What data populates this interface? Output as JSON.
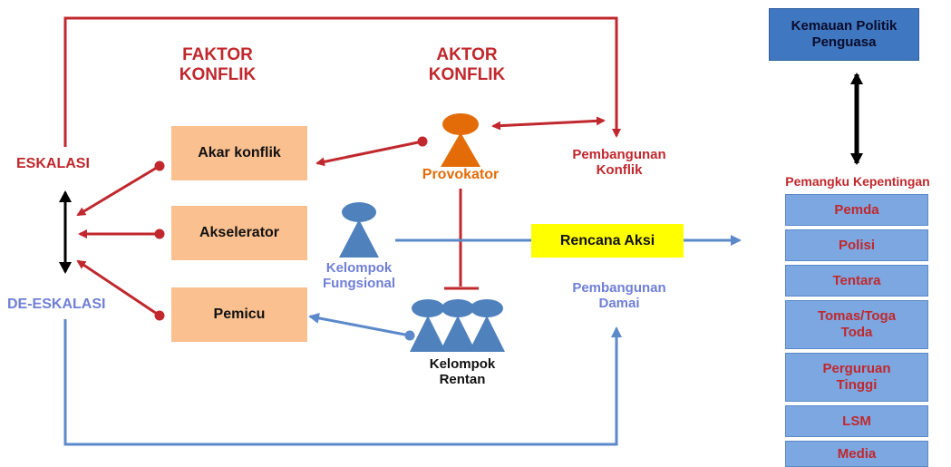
{
  "headers": {
    "faktor": [
      "FAKTOR",
      "KONFLIK"
    ],
    "aktor": [
      "AKTOR",
      "KONFLIK"
    ]
  },
  "sides": {
    "eskalasi": "ESKALASI",
    "de_eskalasi": "DE-ESKALASI"
  },
  "factors": [
    "Akar konflik",
    "Akselerator",
    "Pemicu"
  ],
  "actors": {
    "provokator": "Provokator",
    "fungsional": [
      "Kelompok",
      "Fungsional"
    ],
    "rentan": [
      "Kelompok",
      "Rentan"
    ]
  },
  "outcomes": {
    "konflik": [
      "Pembangunan",
      "Konflik"
    ],
    "damai": [
      "Pembangunan",
      "Damai"
    ]
  },
  "plan": "Rencana Aksi",
  "political_will": [
    "Kemauan Politik",
    "Penguasa"
  ],
  "stakeholders": {
    "title": "Pemangku Kepentingan",
    "items": [
      "Pemda",
      "Polisi",
      "Tentara",
      "Tomas/Toga Toda",
      "Perguruan Tinggi",
      "LSM",
      "Media"
    ]
  },
  "colors": {
    "red": "#c0282d",
    "blue": "#5b89c9",
    "orange": "#e36c09",
    "factor_box": "#fac090",
    "stakeholder_box": "#7da7e0",
    "plan_box": "#ffff00"
  }
}
